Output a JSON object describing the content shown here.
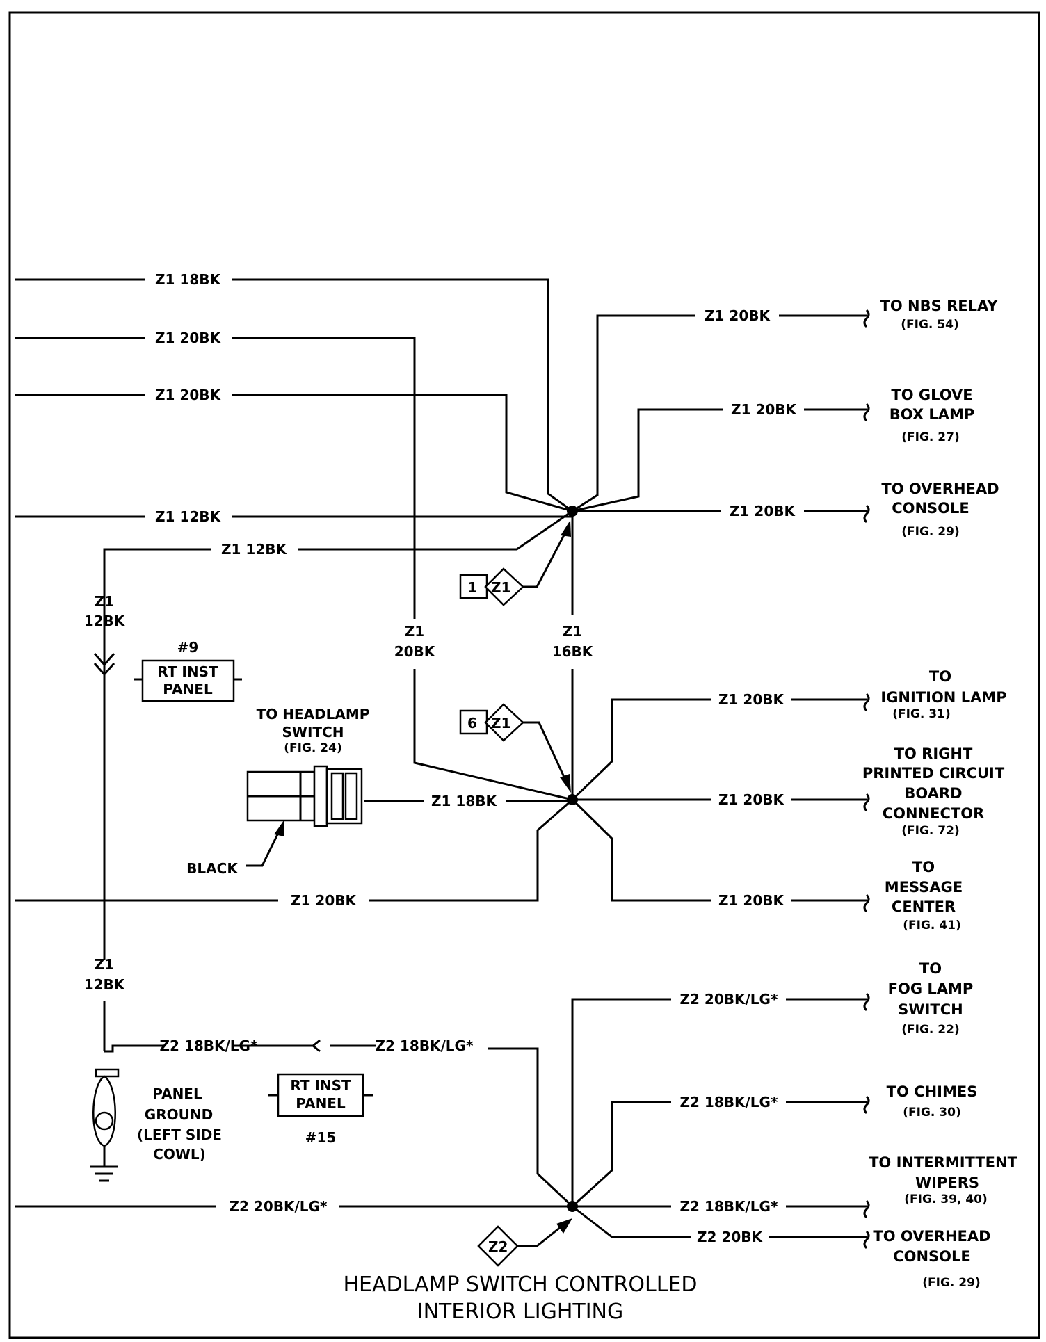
{
  "title": [
    "HEADLAMP SWITCH CONTROLLED",
    "INTERIOR LIGHTING"
  ],
  "wire_labels": {
    "z1_18bk": "Z1 18BK",
    "z1_20bk": "Z1 20BK",
    "z1_12bk": "Z1 12BK",
    "z1_16bk": "Z1 16BK",
    "z2_18bk_lg": "Z2 18BK/LG*",
    "z2_20bk_lg": "Z2 20BK/LG*",
    "z2_20bk": "Z2 20BK",
    "z1": "Z1",
    "bk12": "12BK",
    "bk20": "20BK",
    "bk16": "16BK"
  },
  "destinations": {
    "nbs_relay": [
      "TO NBS RELAY",
      "(FIG. 54)"
    ],
    "glove_box": [
      "TO GLOVE",
      "BOX LAMP",
      "(FIG. 27)"
    ],
    "overhead_1": [
      "TO OVERHEAD",
      "CONSOLE",
      "(FIG. 29)"
    ],
    "ignition": [
      "TO",
      "IGNITION LAMP",
      "(FIG. 31)"
    ],
    "right_pcb": [
      "TO RIGHT",
      "PRINTED CIRCUIT",
      "BOARD",
      "CONNECTOR",
      "(FIG. 72)"
    ],
    "message_center": [
      "TO",
      "MESSAGE",
      "CENTER",
      "(FIG. 41)"
    ],
    "fog_lamp": [
      "TO",
      "FOG LAMP",
      "SWITCH",
      "(FIG. 22)"
    ],
    "chimes": [
      "TO CHIMES",
      "(FIG. 30)"
    ],
    "wipers": [
      "TO INTERMITTENT",
      "WIPERS",
      "(FIG. 39, 40)"
    ],
    "overhead_2": [
      "TO OVERHEAD",
      "CONSOLE",
      "(FIG. 29)"
    ]
  },
  "connector_9": {
    "num": "#9",
    "line1": "RT INST",
    "line2": "PANEL"
  },
  "connector_15": {
    "num": "#15",
    "line1": "RT INST",
    "line2": "PANEL"
  },
  "headlamp_switch": [
    "TO HEADLAMP",
    "SWITCH",
    "(FIG. 24)"
  ],
  "black_label": "BLACK",
  "ground_label": [
    "PANEL",
    "GROUND",
    "(LEFT SIDE",
    "COWL)"
  ],
  "splice_refs": [
    {
      "num": "1",
      "code": "Z1"
    },
    {
      "num": "6",
      "code": "Z1"
    },
    {
      "num": "",
      "code": "Z2"
    }
  ]
}
